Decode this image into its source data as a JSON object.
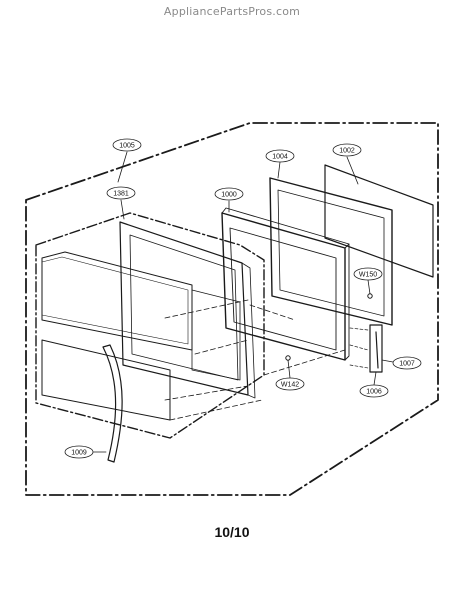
{
  "watermark": "AppliancePartsPros.com",
  "page_number": "10/10",
  "callouts": {
    "c1005": "1005",
    "c1381": "1381",
    "c1000": "1000",
    "c1004": "1004",
    "c1002": "1002",
    "cW150": "W150",
    "c1007": "1007",
    "c1006": "1006",
    "cW142": "W142",
    "c1009": "1009"
  }
}
